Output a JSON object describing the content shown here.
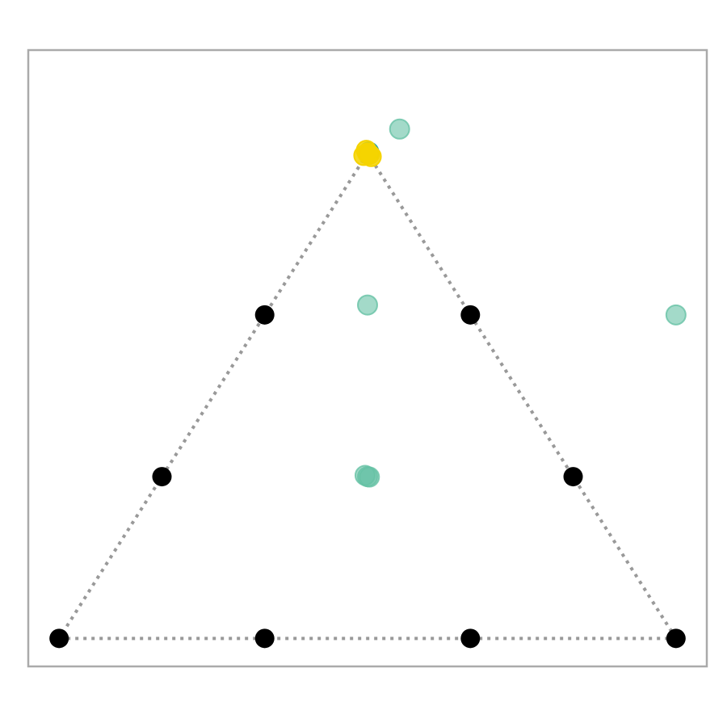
{
  "chart_data": {
    "type": "scatter",
    "title": "",
    "xlabel": "",
    "ylabel": "",
    "xlim": [
      -0.05,
      1.05
    ],
    "ylim": [
      -0.05,
      1.05
    ],
    "grid": false,
    "axes_ticks": false,
    "frame_color": "#aaaaaa",
    "triangle": {
      "vertices": [
        [
          0,
          0
        ],
        [
          1,
          0
        ],
        [
          0.5,
          0.866
        ]
      ],
      "line_style": "dotted",
      "line_color": "#999999"
    },
    "series": [
      {
        "color": "#000000",
        "opacity": 1.0,
        "points": [
          {
            "x": 0.0,
            "y": 0.0
          },
          {
            "x": 0.3333,
            "y": 0.0
          },
          {
            "x": 0.6667,
            "y": 0.0
          },
          {
            "x": 1.0,
            "y": 0.0
          },
          {
            "x": 0.1667,
            "y": 0.2887
          },
          {
            "x": 0.8333,
            "y": 0.2887
          },
          {
            "x": 0.3333,
            "y": 0.5774
          },
          {
            "x": 0.6667,
            "y": 0.5774
          }
        ]
      },
      {
        "color": "#66c2a5",
        "opacity": 0.6,
        "points": [
          {
            "x": 0.5,
            "y": 0.2887
          },
          {
            "x": 0.503,
            "y": 0.288
          },
          {
            "x": 0.496,
            "y": 0.291
          },
          {
            "x": 0.5,
            "y": 0.595
          },
          {
            "x": 1.0,
            "y": 0.5774
          },
          {
            "x": 0.552,
            "y": 0.909
          }
        ]
      },
      {
        "color": "#21a0a8",
        "opacity": 0.85,
        "points": [
          {
            "x": 0.502,
            "y": 0.868
          }
        ]
      },
      {
        "color": "#f5d300",
        "opacity": 0.85,
        "points": [
          {
            "x": 0.5,
            "y": 0.866
          },
          {
            "x": 0.494,
            "y": 0.862
          },
          {
            "x": 0.506,
            "y": 0.86
          },
          {
            "x": 0.498,
            "y": 0.871
          },
          {
            "x": 0.503,
            "y": 0.864
          }
        ]
      }
    ]
  }
}
